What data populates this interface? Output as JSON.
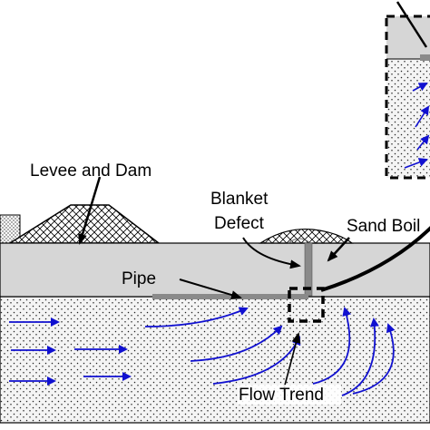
{
  "labels": {
    "levee": "Levee and Dam",
    "blanket_line1": "Blanket",
    "blanket_line2": "Defect",
    "sand_boil": "Sand Boil",
    "pipe": "Pipe",
    "flow_trend": "Flow Trend"
  },
  "colors": {
    "flow_arrow": "#1010d0",
    "blanket": "#d6d6d6",
    "pipe": "#8a8a8a",
    "soil_fill": "#f4f4f4",
    "sand_dots": "#222222",
    "outline": "#000000"
  },
  "icons": {
    "levee_hatch": "crosshatch-pattern",
    "sand": "dot-stipple-pattern",
    "defect_marker": "dashed-square",
    "detail_callout": "dashed-inset-box"
  }
}
